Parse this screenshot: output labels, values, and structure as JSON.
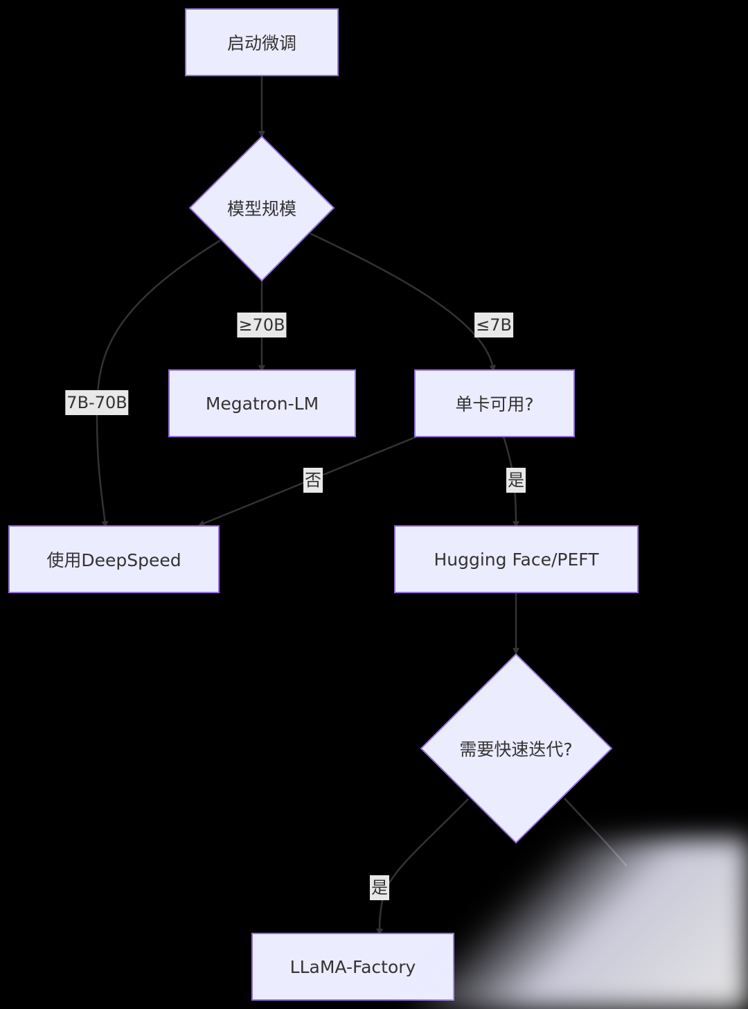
{
  "nodes": {
    "start": "启动微调",
    "model_scale": "模型规模",
    "megatron": "Megatron-LM",
    "single_card": "单卡可用?",
    "deepspeed": "使用DeepSpeed",
    "hf_peft": "Hugging Face/PEFT",
    "fast_iter": "需要快速迭代?",
    "llama_factory": "LLaMA-Factory"
  },
  "edge_labels": {
    "ge70b": "≥70B",
    "le7b": "≤7B",
    "range": "7B-70B",
    "no": "否",
    "yes1": "是",
    "yes2": "是"
  },
  "colors": {
    "background": "#000000",
    "node_fill": "#ececff",
    "node_border": "#9370db",
    "edge": "#333333",
    "label_bg": "#e8e8e8"
  }
}
